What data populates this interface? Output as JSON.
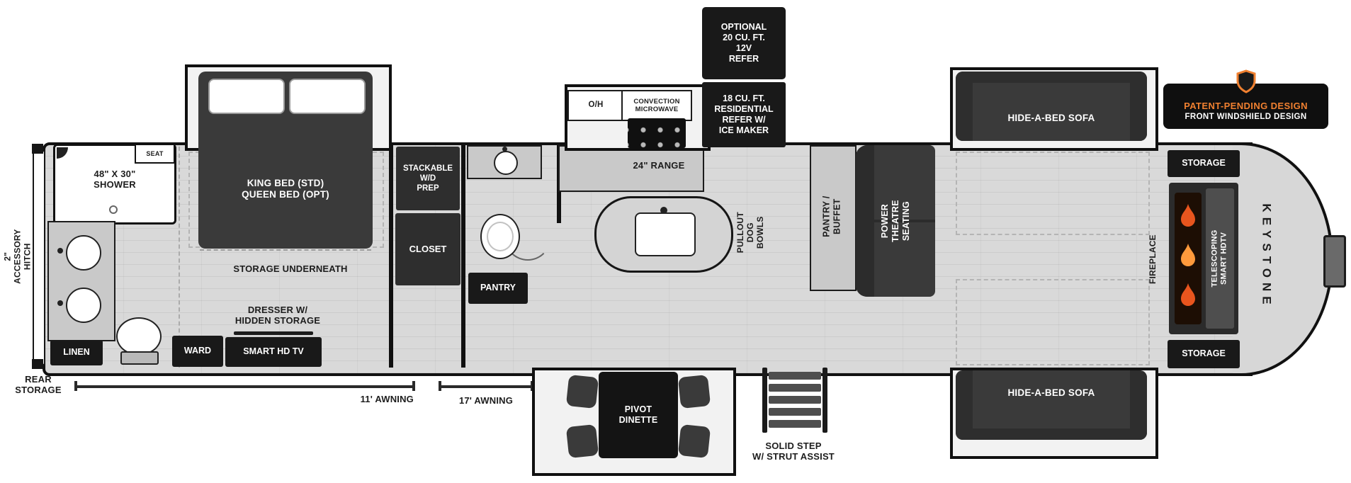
{
  "colors": {
    "accent_orange": "#f08030",
    "flame_orange": "#e8551e"
  },
  "brand": {
    "name_vertical": "KEYSTONE"
  },
  "badge": {
    "line1": "PATENT-PENDING DESIGN",
    "line2": "FRONT WINDSHIELD DESIGN"
  },
  "exterior": {
    "rear_storage": "REAR\nSTORAGE",
    "accessory_hitch": "2\" ACCESSORY HITCH",
    "awning_11": "11'  AWNING",
    "awning_17": "17'  AWNING",
    "step": "SOLID STEP\nW/ STRUT ASSIST"
  },
  "bedroom": {
    "bed": "KING BED (STD)\nQUEEN BED (OPT)",
    "storage_underneath": "STORAGE UNDERNEATH",
    "dresser": "DRESSER W/\nHIDDEN STORAGE",
    "ward": "WARD",
    "tv": "SMART HD TV",
    "wd": "STACKABLE\nW/D\nPREP",
    "closet": "CLOSET"
  },
  "rear_bath": {
    "shower": "48\" X 30\"\nSHOWER",
    "seat": "SEAT",
    "linen": "LINEN"
  },
  "mid_bath": {
    "pantry": "PANTRY"
  },
  "kitchen": {
    "overhead": "O/H",
    "microwave": "CONVECTION\nMICROWAVE",
    "range": "24\" RANGE",
    "optional_refer": "OPTIONAL\n20 CU. FT.\n12V\nREFER",
    "refer": "18 CU. FT.\nRESIDENTIAL\nREFER W/\nICE MAKER",
    "island": "PULLOUT\nDOG BOWLS",
    "pantry_buffet": "PANTRY / BUFFET"
  },
  "living": {
    "theatre": "POWER\nTHEATRE SEATING",
    "sofa_top": "HIDE-A-BED SOFA",
    "sofa_bottom": "HIDE-A-BED SOFA",
    "fireplace": "FIREPLACE",
    "tv": "TELESCOPING\nSMART HDTV",
    "storage_top": "STORAGE",
    "storage_bottom": "STORAGE",
    "dinette": "PIVOT\nDINETTE"
  }
}
